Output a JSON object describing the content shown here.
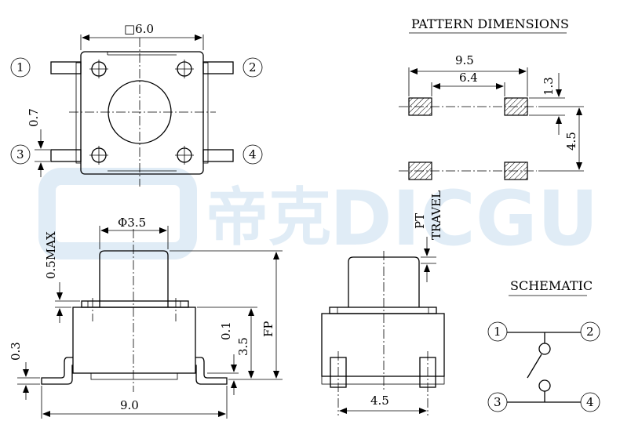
{
  "watermark": {
    "cn": "帝克",
    "latin": "DICGU"
  },
  "top_view": {
    "size_label": "□6.0",
    "pitch_label": "0.7",
    "pins": [
      "1",
      "2",
      "3",
      "4"
    ]
  },
  "pattern": {
    "title": "PATTERN DIMENSIONS",
    "outer_width": "9.5",
    "inner_width": "6.4",
    "pad_height": "1.3",
    "pitch": "4.5"
  },
  "side_view": {
    "plunger_dia": "Φ3.5",
    "max_label": "0.5MAX",
    "lead_label": "0.3",
    "base_label": "0.1",
    "height_label": "3.5",
    "fp_label": "FP",
    "width_label": "9.0"
  },
  "front_view": {
    "pt_label": "PT",
    "travel_label": "TRAVEL",
    "width_label": "4.5"
  },
  "schematic": {
    "title": "SCHEMATIC",
    "pins": [
      "1",
      "2",
      "3",
      "4"
    ]
  }
}
